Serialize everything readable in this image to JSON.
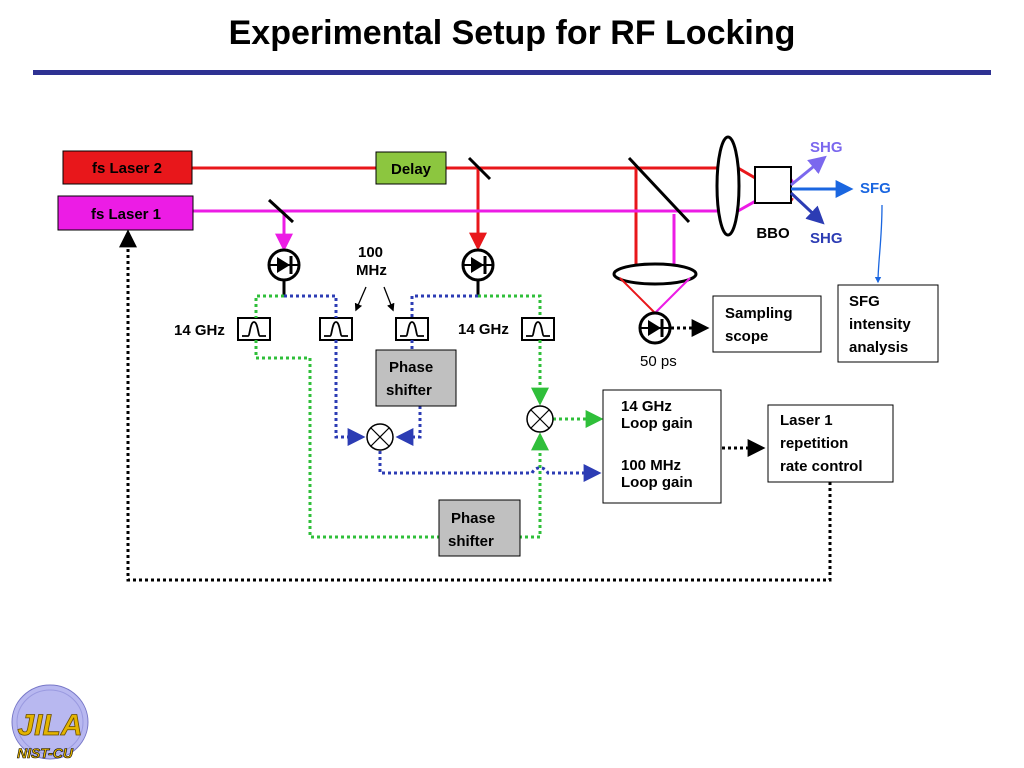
{
  "title": "Experimental Setup for RF Locking",
  "blocks": {
    "laser2": "fs Laser 2",
    "laser1": "fs Laser 1",
    "delay": "Delay",
    "bbo": "BBO",
    "shg_top": "SHG",
    "sfg": "SFG",
    "shg_bottom": "SHG",
    "freq_100_line1": "100",
    "freq_100_line2": "MHz",
    "ghz_left": "14 GHz",
    "ghz_right": "14 GHz",
    "phase_shifter_1_line1": "Phase",
    "phase_shifter_1_line2": "shifter",
    "phase_shifter_2_line1": "Phase",
    "phase_shifter_2_line2": "shifter",
    "sampling_line1": "Sampling",
    "sampling_line2": "scope",
    "ps50": "50 ps",
    "sfg_analysis_line1": "SFG",
    "sfg_analysis_line2": "intensity",
    "sfg_analysis_line3": "analysis",
    "loop14_line1": "14 GHz",
    "loop14_line2": "Loop gain",
    "loop100_line1": "100 MHz",
    "loop100_line2": "Loop gain",
    "rep_line1": "Laser 1",
    "rep_line2": "repetition",
    "rep_line3": "rate control"
  },
  "logo": {
    "text": "NIST-CU",
    "letters": "JILA"
  },
  "colors": {
    "laser2_red": "#e8171b",
    "laser1_magenta": "#ec1ce5",
    "delay_green": "#8cc63f",
    "green_path": "#2fbf3a",
    "blue_path": "#2c3cb4",
    "title_rule": "#2e3192",
    "shg_violet": "#7b68ee",
    "sfg_blue": "#1a66e0",
    "shifter_grey": "#c0c0c0"
  }
}
